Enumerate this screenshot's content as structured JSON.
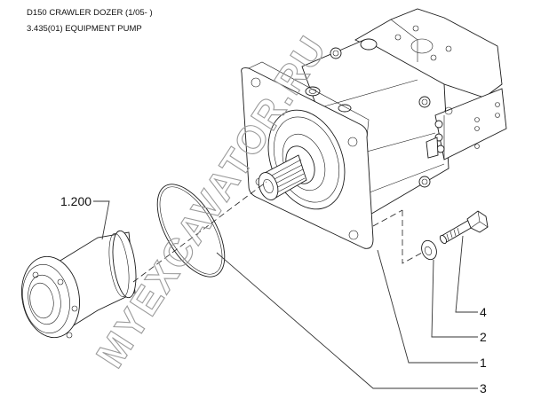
{
  "header": {
    "model": "D150 CRAWLER DOZER (1/05- )",
    "section": "3.435(01) EQUIPMENT PUMP"
  },
  "watermark": "MYEXCAVATOR.RU",
  "callouts": [
    {
      "id": "1.200",
      "part": "coupling-flange"
    },
    {
      "id": "4",
      "part": "bolt"
    },
    {
      "id": "2",
      "part": "washer"
    },
    {
      "id": "1",
      "part": "equipment-pump"
    },
    {
      "id": "3",
      "part": "o-ring"
    }
  ],
  "colors": {
    "line": "#1a1a1a",
    "watermark": "#9a9a9a",
    "background": "#ffffff"
  }
}
